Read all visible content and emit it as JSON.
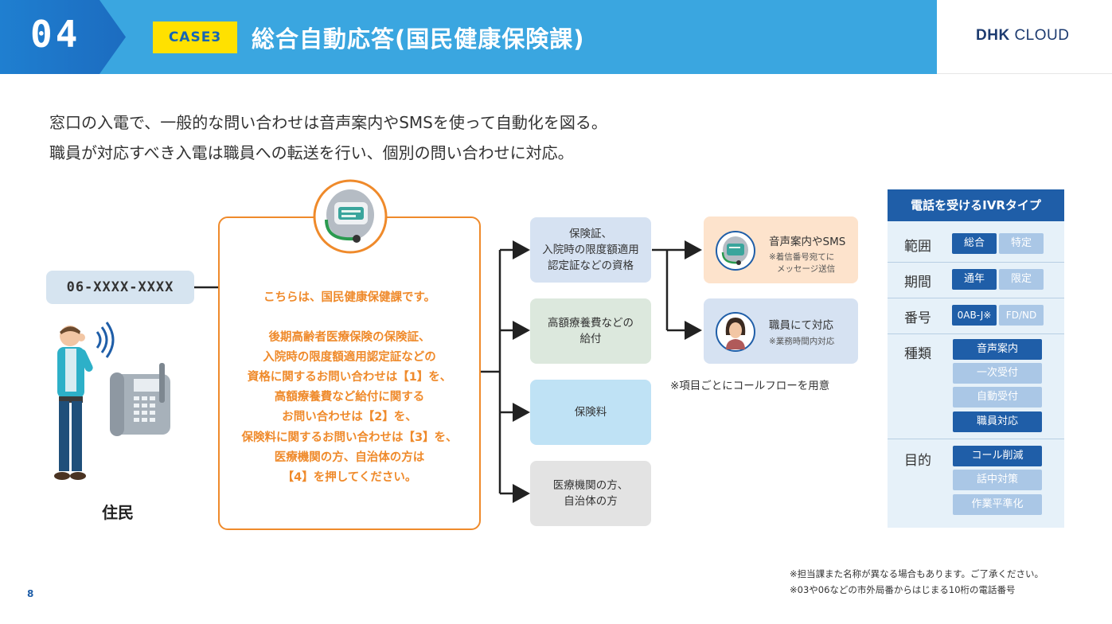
{
  "header": {
    "section_number": "04",
    "case_label": "CASE3",
    "title": "総合自動応答(国民健康保険課)",
    "logo": {
      "bold": "DHK",
      "rest": " CLOUD"
    }
  },
  "intro": {
    "line1": "窓口の入電で、一般的な問い合わせは音声案内やSMSを使って自動化を図る。",
    "line2": "職員が対応すべき入電は職員への転送を行い、個別の問い合わせに対応。"
  },
  "caller": {
    "phone_number": "06-XXXX-XXXX",
    "label": "住民"
  },
  "guidance": {
    "lines": [
      "こちらは、国民健康保健課です。",
      "",
      "後期高齢者医療保険の保険証、",
      "入院時の限度額適用認定証などの",
      "資格に関するお問い合わせは【1】を、",
      "高額療養費など給付に関する",
      "お問い合わせは【2】を、",
      "保険料に関するお問い合わせは【3】を、",
      "医療機関の方、自治体の方は",
      "【4】を押してください。"
    ]
  },
  "menu": [
    {
      "lines": [
        "保険証、",
        "入院時の限度額適用",
        "認定証などの資格"
      ],
      "color": "#d6e2f2"
    },
    {
      "lines": [
        "高額療養費などの",
        "給付"
      ],
      "color": "#dce8dd"
    },
    {
      "lines": [
        "保険料"
      ],
      "color": "#bfe2f5"
    },
    {
      "lines": [
        "医療機関の方、",
        "自治体の方"
      ],
      "color": "#e3e3e3"
    }
  ],
  "results": [
    {
      "main": "音声案内やSMS",
      "sub1": "※着信番号宛てに",
      "sub2": "メッセージ送信",
      "color": "#fde3cc",
      "icon": "robot-operator-icon"
    },
    {
      "main": "職員にて対応",
      "sub1": "※業務時間内対応",
      "sub2": "",
      "color": "#d6e2f2",
      "icon": "staff-woman-icon"
    }
  ],
  "flow_note": "※項目ごとにコールフローを用意",
  "ivr": {
    "title": "電話を受けるIVRタイプ",
    "rows": [
      {
        "label": "範囲",
        "chips": [
          {
            "text": "総合",
            "on": true
          },
          {
            "text": "特定",
            "on": false
          }
        ]
      },
      {
        "label": "期間",
        "chips": [
          {
            "text": "通年",
            "on": true
          },
          {
            "text": "限定",
            "on": false
          }
        ]
      },
      {
        "label": "番号",
        "chips": [
          {
            "text": "0AB-J※",
            "on": true
          },
          {
            "text": "FD/ND",
            "on": false
          }
        ]
      }
    ],
    "type_label": "種類",
    "types": [
      {
        "text": "音声案内",
        "on": true
      },
      {
        "text": "一次受付",
        "on": false
      },
      {
        "text": "自動受付",
        "on": false
      },
      {
        "text": "職員対応",
        "on": true
      }
    ],
    "purpose_label": "目的",
    "purposes": [
      {
        "text": "コール削減",
        "on": true
      },
      {
        "text": "話中対策",
        "on": false
      },
      {
        "text": "作業平準化",
        "on": false
      }
    ]
  },
  "footnotes": {
    "line1": "※担当課また名称が異なる場合もあります。ご了承ください。",
    "line2": "※03や06などの市外局番からはじまる10桁の電話番号"
  },
  "page_number": "8",
  "colors": {
    "header_blue": "#3aa6e0",
    "navy": "#1f5ea8",
    "orange": "#ef8a2b",
    "badge_yellow": "#ffe100"
  }
}
